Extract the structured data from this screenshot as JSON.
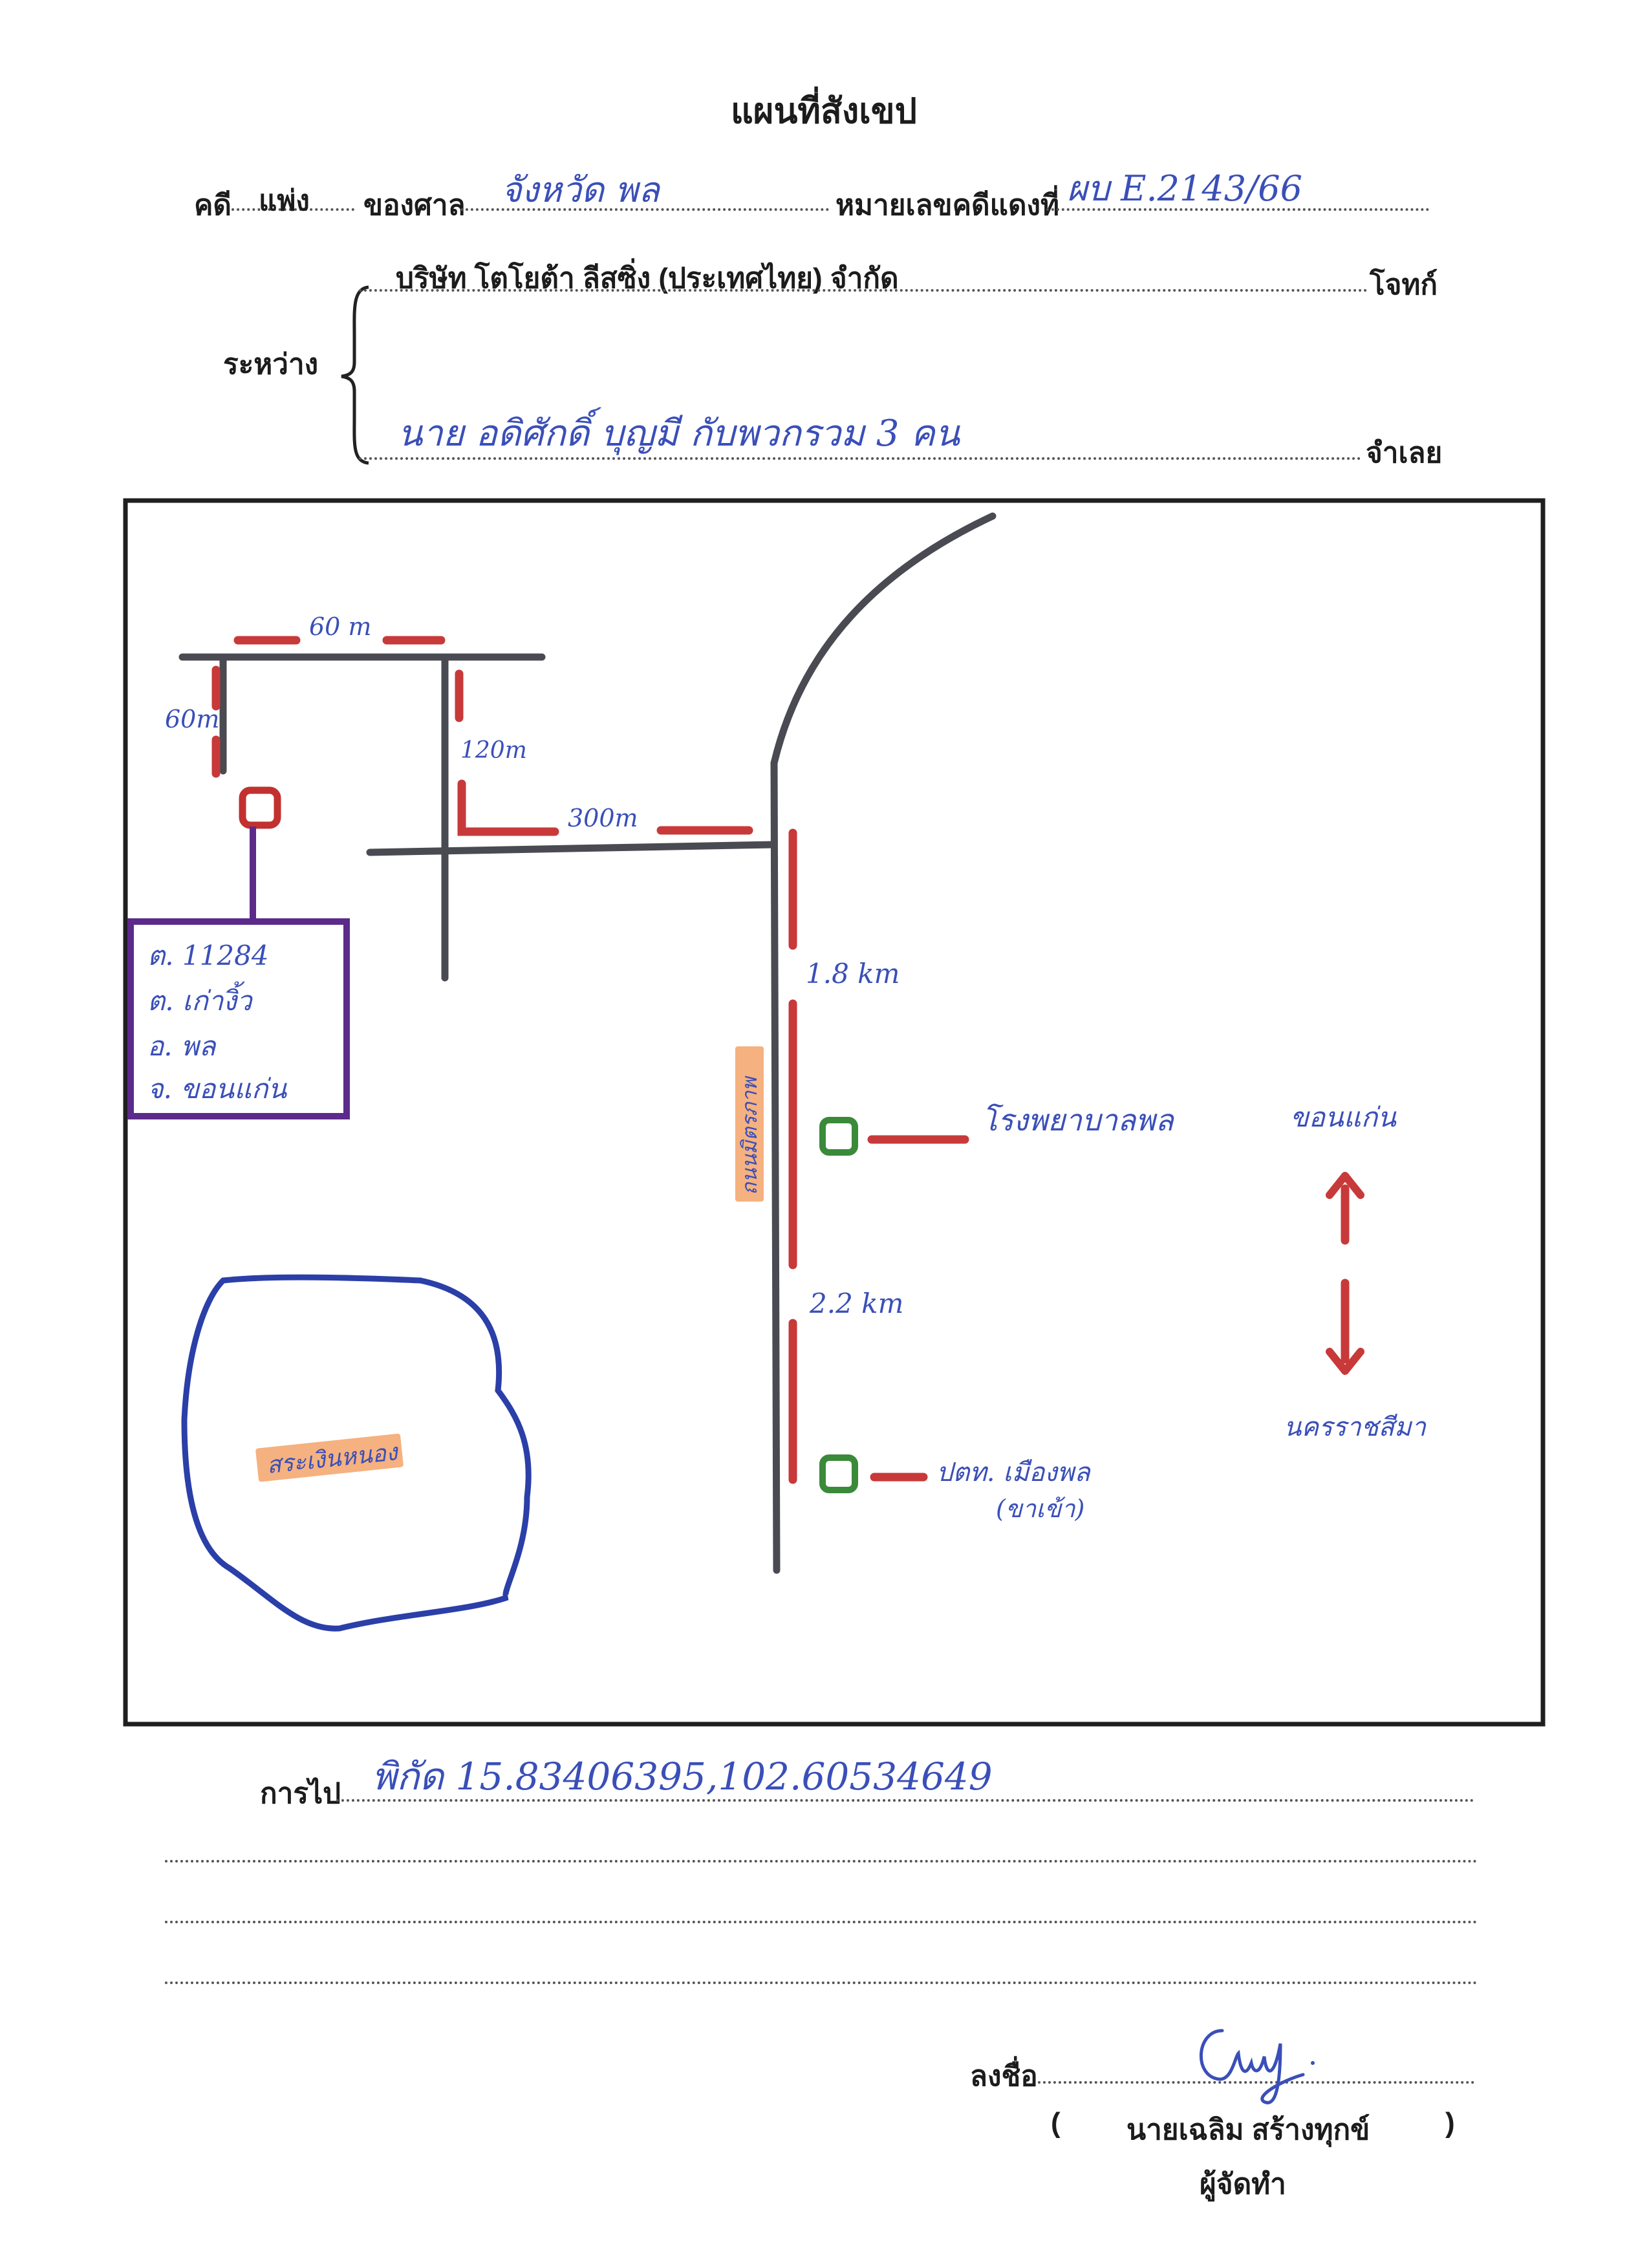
{
  "form": {
    "title": "แผนที่สังเขป",
    "case_label": "คดี",
    "case_type": "แพ่ง",
    "court_label": "ของศาล",
    "court_name": "จังหวัด พล",
    "case_no_label": "หมายเลขคดีแดงที่",
    "case_no": "ผบ E.2143/66",
    "between_label": "ระหว่าง",
    "plaintiff_name": "บริษัท โตโยต้า ลีสซิ่ง (ประเทศไทย) จำกัด",
    "plaintiff_role": "โจทก์",
    "defendant_name": "นาย อดิศักดิ์ บุญมี กับพวกรวม 3 คน",
    "defendant_role": "จำเลย"
  },
  "map": {
    "dist_top": "60 m",
    "dist_left": "60m",
    "dist_mid": "120m",
    "dist_road": "300m",
    "dist_1": "1.8 km",
    "dist_2": "2.2 km",
    "address_lines": [
      "ต. 11284",
      "ต. เก่างิ้ว",
      "อ. พล",
      "จ. ขอนแก่น"
    ],
    "road_name": "ถนนมิตรภาพ",
    "hospital": "โรงพยาบาลพล",
    "police": "ปตท. เมืองพล",
    "police_sub": "(ขาเข้า)",
    "north": "ขอนแก่น",
    "south": "นครราชสีมา",
    "lake": "สระเงินหนอง",
    "colors": {
      "road": "#4a4a52",
      "distance": "#c8393a",
      "marker_red": "#c23030",
      "marker_green": "#3a8a3a",
      "box": "#5b2a8a",
      "lake": "#2b3fa8",
      "label_bg": "#f5b17f"
    }
  },
  "footer": {
    "directions_label": "การไป",
    "directions_value": "พิกัด 15.83406395,102.60534649",
    "sign_label": "ลงชื่อ",
    "open_paren": "(",
    "signer_name": "นายเฉลิม  สร้างทุกข์",
    "close_paren": ")",
    "signer_role": "ผู้จัดทำ"
  }
}
